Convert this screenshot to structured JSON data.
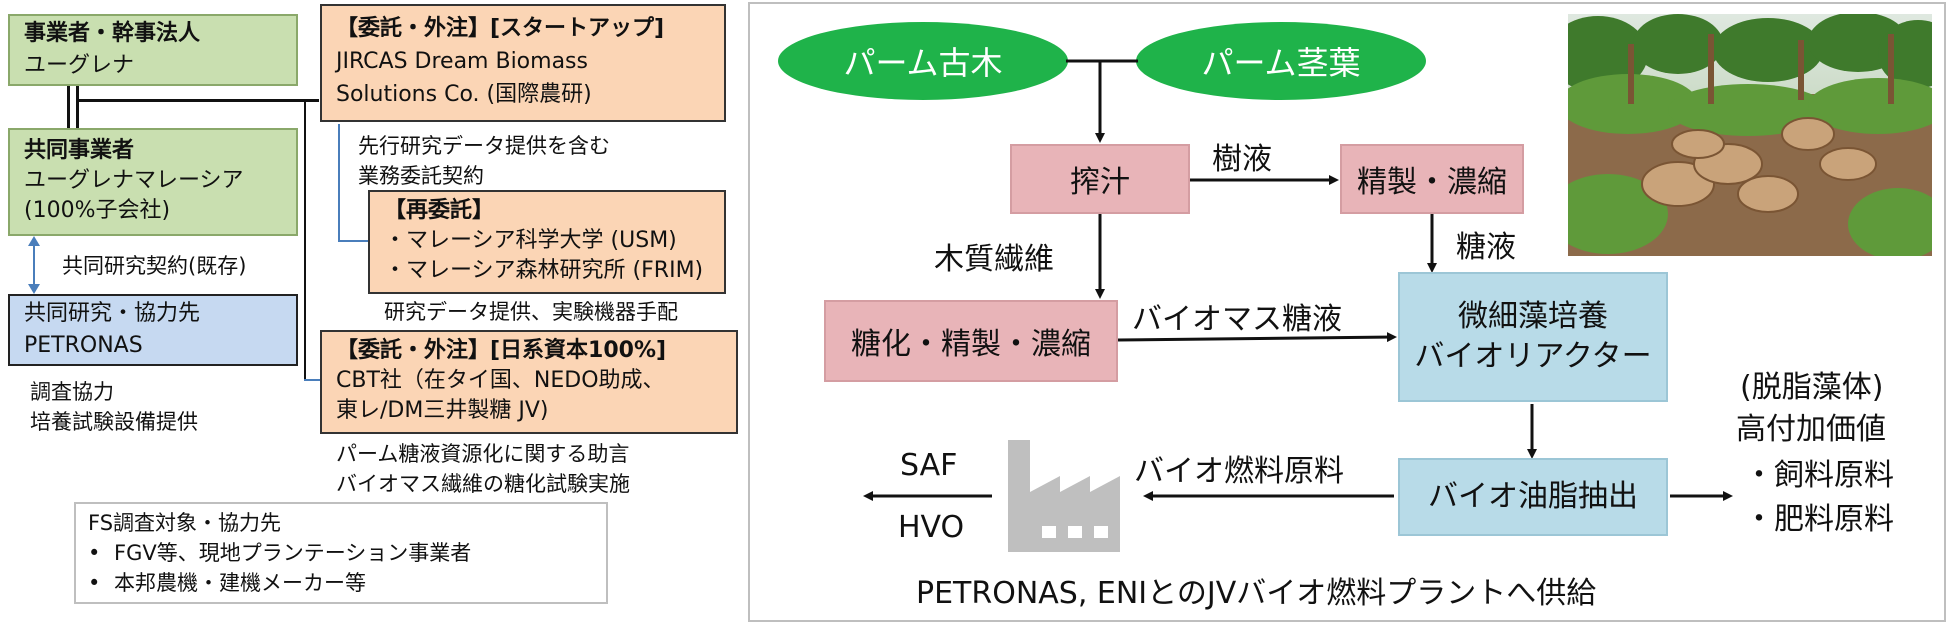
{
  "left": {
    "operator_box": {
      "title": "事業者・幹事法人",
      "name": "ユーグレナ"
    },
    "joint_box": {
      "title": "共同事業者",
      "line1": "ユーグレナマレーシア",
      "line2": "(100%子会社)"
    },
    "joint_research_contract": "共同研究契約(既存)",
    "partner_box": {
      "line1": "共同研究・協力先",
      "line2": "PETRONAS"
    },
    "partner_note": [
      "調査協力",
      "培養試験設備提供"
    ],
    "startup_box": {
      "title": "【委託・外注】[スタートアップ]",
      "line1": "JIRCAS Dream Biomass",
      "line2": "Solutions Co. (国際農研)"
    },
    "startup_note": [
      "先行研究データ提供を含む",
      "業務委託契約"
    ],
    "resub_box": {
      "title": "【再委託】",
      "line1": "・マレーシア科学大学 (USM)",
      "line2": "・マレーシア森林研究所 (FRIM)"
    },
    "resub_note": "研究データ提供、実験機器手配",
    "cbt_box": {
      "title": "【委託・外注】[日系資本100%]",
      "line1": "CBT社（在タイ国、NEDO助成、",
      "line2": "東レ/DM三井製糖 JV)"
    },
    "cbt_note": [
      "パーム糖液資源化に関する助言",
      "バイオマス繊維の糖化試験実施"
    ],
    "fs_box": {
      "title": "FS調査対象・協力先",
      "item1": "FGV等、現地プランテーション事業者",
      "item2": "本邦農機・建機メーカー等",
      "bullet": "•"
    }
  },
  "flow": {
    "palm_trunk": "パーム古木",
    "palm_frond": "パーム茎葉",
    "squeeze": "搾汁",
    "sap": "樹液",
    "refine": "精製・濃縮",
    "wood_fiber": "木質繊維",
    "sugar_liquid": "糖液",
    "saccharify": "糖化・精製・濃縮",
    "biomass_sugar": "バイオマス糖液",
    "microalgae": [
      "微細藻培養",
      "バイオリアクター"
    ],
    "oil_extract": "バイオ油脂抽出",
    "biofuel_material": "バイオ燃料原料",
    "saf": "SAF",
    "hvo": "HVO",
    "defatted": [
      "(脱脂藻体)",
      "高付加価値",
      "・飼料原料",
      "・肥料原料"
    ],
    "supply": "PETRONAS, ENIとのJVバイオ燃料プラントへ供給"
  },
  "colors": {
    "green_ellipse": "#1fb34a",
    "pink_box": "#e8b4b8",
    "cyan_box": "#b8dbe8",
    "orange_box": "#fbd5b5",
    "green_box": "#c9dfb0",
    "blue_box": "#c6d9f1"
  },
  "icons": {
    "factory": "factory-icon",
    "photo": "palm-plantation-photo"
  }
}
